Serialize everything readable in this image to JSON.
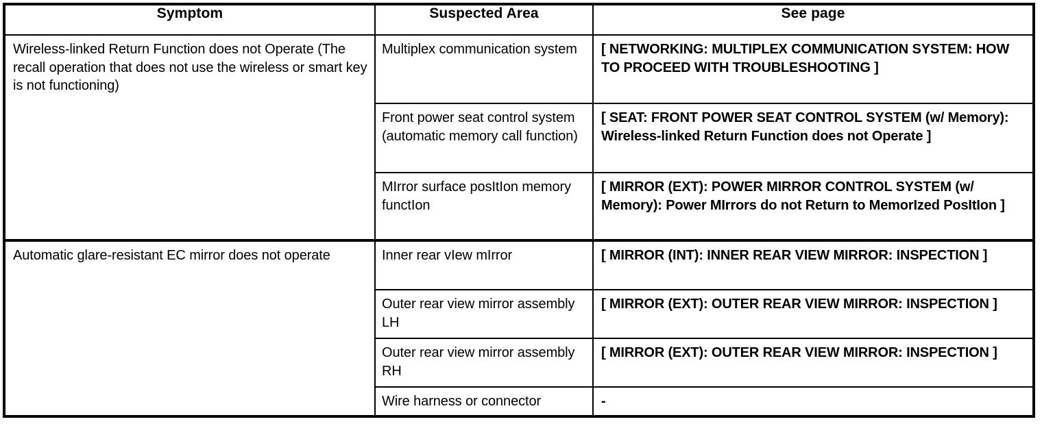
{
  "table": {
    "columns": [
      {
        "key": "symptom",
        "label": "Symptom"
      },
      {
        "key": "suspected_area",
        "label": "Suspected Area"
      },
      {
        "key": "see_page",
        "label": "See page"
      }
    ],
    "groups": [
      {
        "symptom": "Wireless-linked Return Function does not Operate (The recall operation that does not use the wireless or smart key is not functioning)",
        "rows": [
          {
            "suspected_area": "Multiplex communication system",
            "see_page": "[ NETWORKING: MULTIPLEX COMMUNICATION SYSTEM: HOW TO PROCEED WITH TROUBLESHOOTING ]"
          },
          {
            "suspected_area": "Front power seat control system (automatic memory call function)",
            "see_page": "[ SEAT: FRONT POWER SEAT CONTROL SYSTEM (w/ Memory): Wireless-linked Return Function does not Operate ]"
          },
          {
            "suspected_area": "MIrror surface posItIon memory functIon",
            "see_page": "[ MIRROR (EXT): POWER MIRROR CONTROL SYSTEM (w/ Memory): Power MIrrors do not Return to MemorIzed PosItIon ]"
          }
        ]
      },
      {
        "symptom": "Automatic glare-resistant EC mirror does not operate",
        "rows": [
          {
            "suspected_area": "Inner rear vIew mIrror",
            "see_page": "[ MIRROR (INT): INNER REAR VIEW MIRROR: INSPECTION ]"
          },
          {
            "suspected_area": "Outer rear view mirror assembly LH",
            "see_page": "[ MIRROR (EXT): OUTER REAR VIEW MIRROR: INSPECTION ]"
          },
          {
            "suspected_area": "Outer rear view mirror assembly RH",
            "see_page": "[ MIRROR (EXT): OUTER REAR VIEW MIRROR: INSPECTION ]"
          },
          {
            "suspected_area": "Wire harness or connector",
            "see_page": "-"
          }
        ]
      }
    ]
  },
  "colors": {
    "border": "#000000",
    "text": "#000000",
    "background": "#ffffff"
  }
}
